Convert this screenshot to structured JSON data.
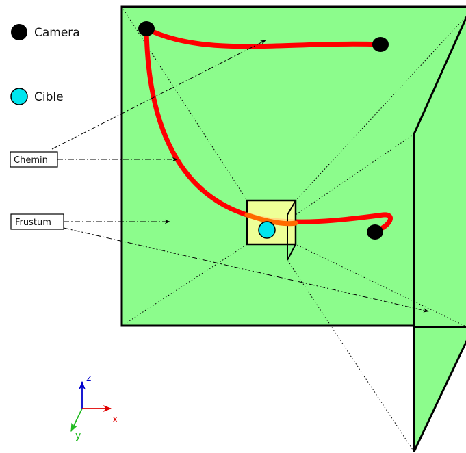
{
  "legend": {
    "camera_label": "Camera",
    "target_label": "Cible"
  },
  "callouts": {
    "path_label": "Chemin",
    "frustum_label": "Frustum"
  },
  "axes": {
    "x_label": "x",
    "y_label": "y",
    "z_label": "z"
  },
  "colors": {
    "plane_fill": "#8cfc8c",
    "path": "#ff0000",
    "camera": "#000000",
    "target": "#00e5ee",
    "frustum_box": "#ffff99",
    "x_axis": "#e00000",
    "y_axis": "#22bb22",
    "z_axis": "#0000cc"
  }
}
